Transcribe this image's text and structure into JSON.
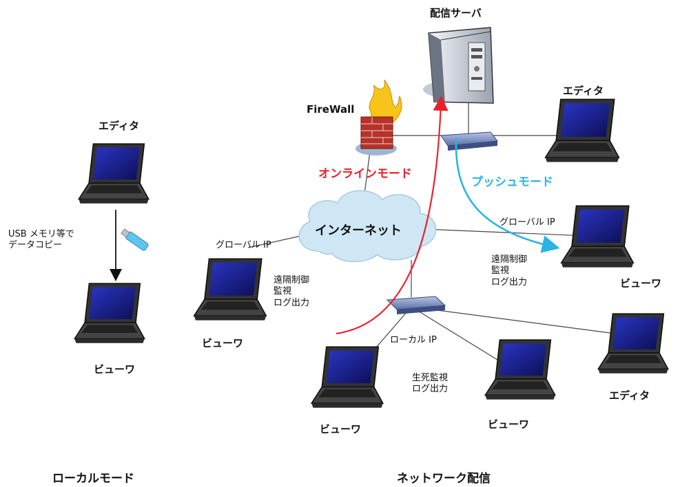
{
  "local": {
    "editor": "エディタ",
    "copy_lines": [
      "USB メモリ等で",
      "データコピー"
    ],
    "viewer": "ビューワ",
    "mode_title": "ローカルモード"
  },
  "network": {
    "server": "配信サーバ",
    "firewall": "FireWall",
    "online_mode": "オンラインモード",
    "push_mode": "プッシュモード",
    "internet": "インターネット",
    "editor_top": "エディタ",
    "global_ip_left": "グローバル IP",
    "global_ip_right": "グローバル IP",
    "remote_left": [
      "遠隔制御",
      "監視",
      "ログ出力"
    ],
    "remote_right": [
      "遠隔制御",
      "監視",
      "ログ出力"
    ],
    "viewer_left": "ビューワ",
    "viewer_right": "ビューワ",
    "local_ip": "ローカル IP",
    "alive_lines": [
      "生死監視",
      "ログ出力"
    ],
    "viewer_bottom1": "ビューワ",
    "viewer_bottom2": "ビューワ",
    "editor_bottom": "エディタ",
    "mode_title": "ネットワーク配信"
  },
  "colors": {
    "online_arrow": "#e8202a",
    "push_arrow": "#29b4e6",
    "screen": "#1b1f8c",
    "cloud": "#cfe6f4"
  }
}
